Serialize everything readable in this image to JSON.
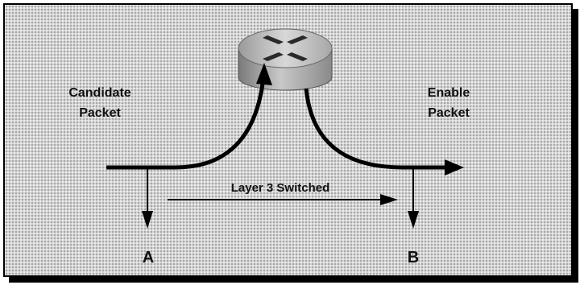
{
  "diagram": {
    "source_label_line1": "Candidate",
    "source_label_line2": "Packet",
    "dest_label_line1": "Enable",
    "dest_label_line2": "Packet",
    "switched_label": "Layer 3 Switched",
    "node_a": "A",
    "node_b": "B",
    "router_icon": "router-icon"
  }
}
